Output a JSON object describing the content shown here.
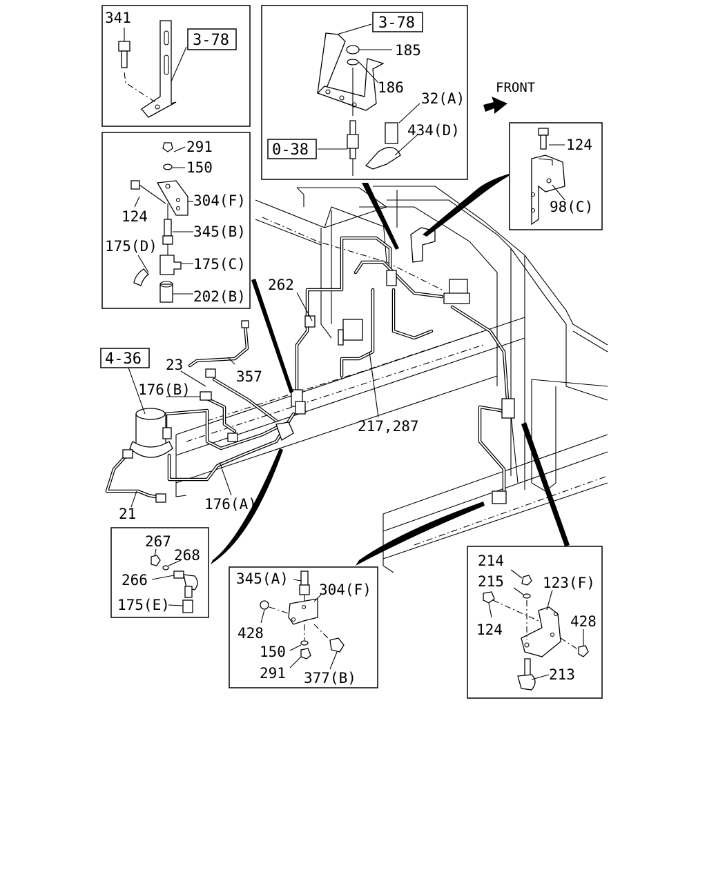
{
  "front_label": "FRONT",
  "reference_boxes": {
    "r_3_78_a": "3-78",
    "r_3_78_b": "3-78",
    "r_0_38": "0-38",
    "r_4_36": "4-36"
  },
  "callouts": {
    "c341": "341",
    "c185": "185",
    "c186": "186",
    "c32a": "32(A)",
    "c434d": "434(D)",
    "c124_top": "124",
    "c98c": "98(C)",
    "c291_a": "291",
    "c150_a": "150",
    "c304f_a": "304(F)",
    "c124_a": "124",
    "c345b": "345(B)",
    "c175d": "175(D)",
    "c175c": "175(C)",
    "c202b": "202(B)",
    "c262": "262",
    "c357": "357",
    "c23": "23",
    "c176b": "176(B)",
    "c217_287": "217,287",
    "c176a": "176(A)",
    "c21": "21",
    "c267": "267",
    "c268": "268",
    "c266": "266",
    "c175e": "175(E)",
    "c345a": "345(A)",
    "c304f_b": "304(F)",
    "c428_a": "428",
    "c150_b": "150",
    "c291_b": "291",
    "c377b": "377(B)",
    "c214": "214",
    "c215": "215",
    "c123f": "123(F)",
    "c124_b": "124",
    "c428_b": "428",
    "c213": "213"
  },
  "colors": {
    "ink": "#000000",
    "paper": "#ffffff"
  }
}
